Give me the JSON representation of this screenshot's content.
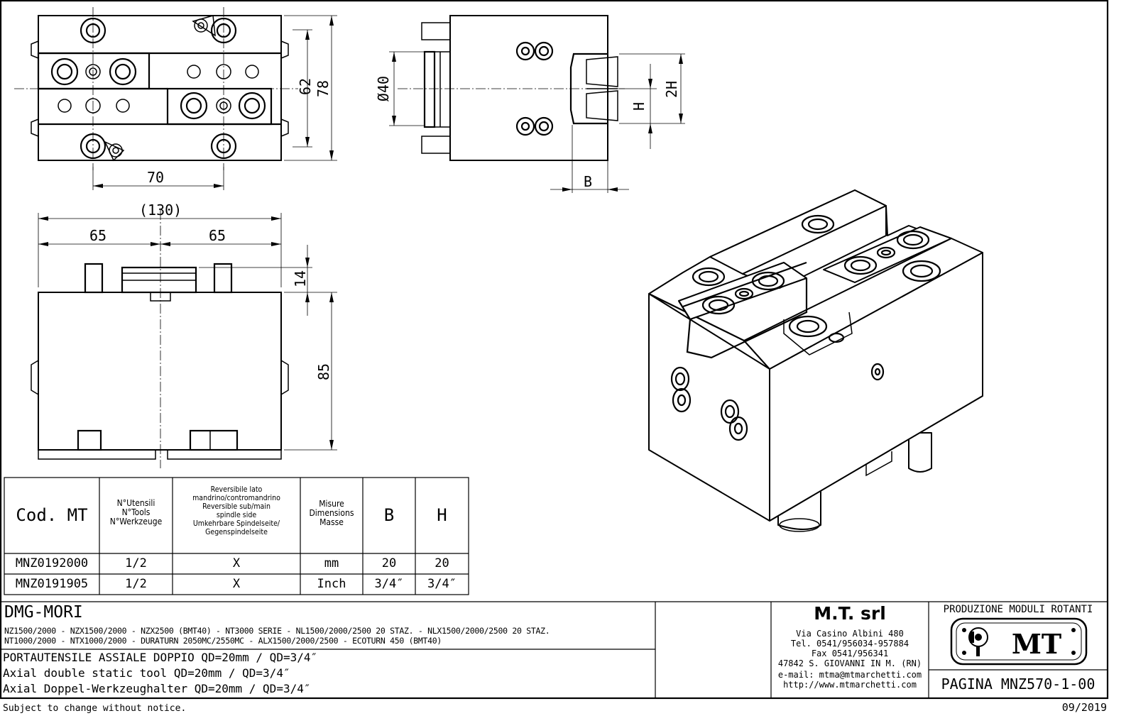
{
  "views": {
    "top": {
      "dim_width": "70",
      "dim_h62": "62",
      "dim_h78": "78"
    },
    "side": {
      "dim_diameter": "Ø40",
      "dim_2h": "2H",
      "dim_h": "H",
      "dim_b": "B"
    },
    "front": {
      "dim_overall": "(130)",
      "dim_left": "65",
      "dim_right": "65",
      "dim_14": "14",
      "dim_85": "85"
    }
  },
  "table": {
    "headers": {
      "code": "Cod. MT",
      "tools": [
        "N°Utensili",
        "N°Tools",
        "N°Werkzeuge"
      ],
      "reversible": [
        "Reversibile lato",
        "mandrino/contromandrino",
        "Reversible sub/main",
        "spindle side",
        "Umkehrbare Spindelseite/",
        "Gegenspindelseite"
      ],
      "units": [
        "Misure",
        "Dimensions",
        "Masse"
      ],
      "b": "B",
      "h": "H"
    },
    "rows": [
      {
        "code": "MNZ0192000",
        "tools": "1/2",
        "reversible": "X",
        "units": "mm",
        "b": "20",
        "h": "20"
      },
      {
        "code": "MNZ0191905",
        "tools": "1/2",
        "reversible": "X",
        "units": "Inch",
        "b": "3/4″",
        "h": "3/4″"
      }
    ]
  },
  "title_block": {
    "brand": "DMG-MORI",
    "machines_line1": "NZ1500/2000 - NZX1500/2000 -  NZX2500 (BMT40) - NT3000 SERIE - NL1500/2000/2500 20 STAZ. - NLX1500/2000/2500 20 STAZ.",
    "machines_line2": "NT1000/2000 - NTX1000/2000 - DURATURN 2050MC/2550MC - ALX1500/2000/2500 - ECOTURN 450 (BMT40)",
    "desc_it": "PORTAUTENSILE ASSIALE DOPPIO QD=20mm / QD=3/4″",
    "desc_en": "Axial double static tool QD=20mm / QD=3/4″",
    "desc_de": "Axial Doppel-Werkzeughalter QD=20mm / QD=3/4″"
  },
  "company": {
    "name": "M.T. srl",
    "address": "Via Casino Albini 480",
    "tel": "Tel. 0541/956034-957884",
    "fax": "Fax 0541/956341",
    "city": "47842 S. GIOVANNI IN M. (RN)",
    "email": "e-mail: mtma@mtmarchetti.com",
    "web": "http://www.mtmarchetti.com",
    "logo_text": "MT"
  },
  "production": {
    "title": "PRODUZIONE MODULI ROTANTI",
    "page": "PAGINA MNZ570-1-00"
  },
  "footer": {
    "notice": "Subject to change without notice.",
    "date": "09/2019"
  }
}
